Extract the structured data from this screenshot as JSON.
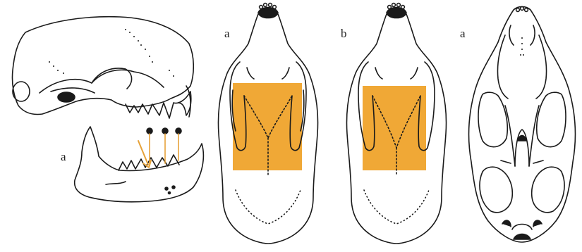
{
  "figure": {
    "panels": [
      {
        "id": "lateral",
        "label": "a"
      },
      {
        "id": "dorsal-a",
        "label": "a"
      },
      {
        "id": "dorsal-b",
        "label": "b"
      },
      {
        "id": "ventral",
        "label": "a"
      }
    ]
  },
  "colors": {
    "line": "#1a1a1a",
    "highlight": "#f0a836",
    "arrow": "#e6a23a",
    "background": "#ffffff"
  }
}
